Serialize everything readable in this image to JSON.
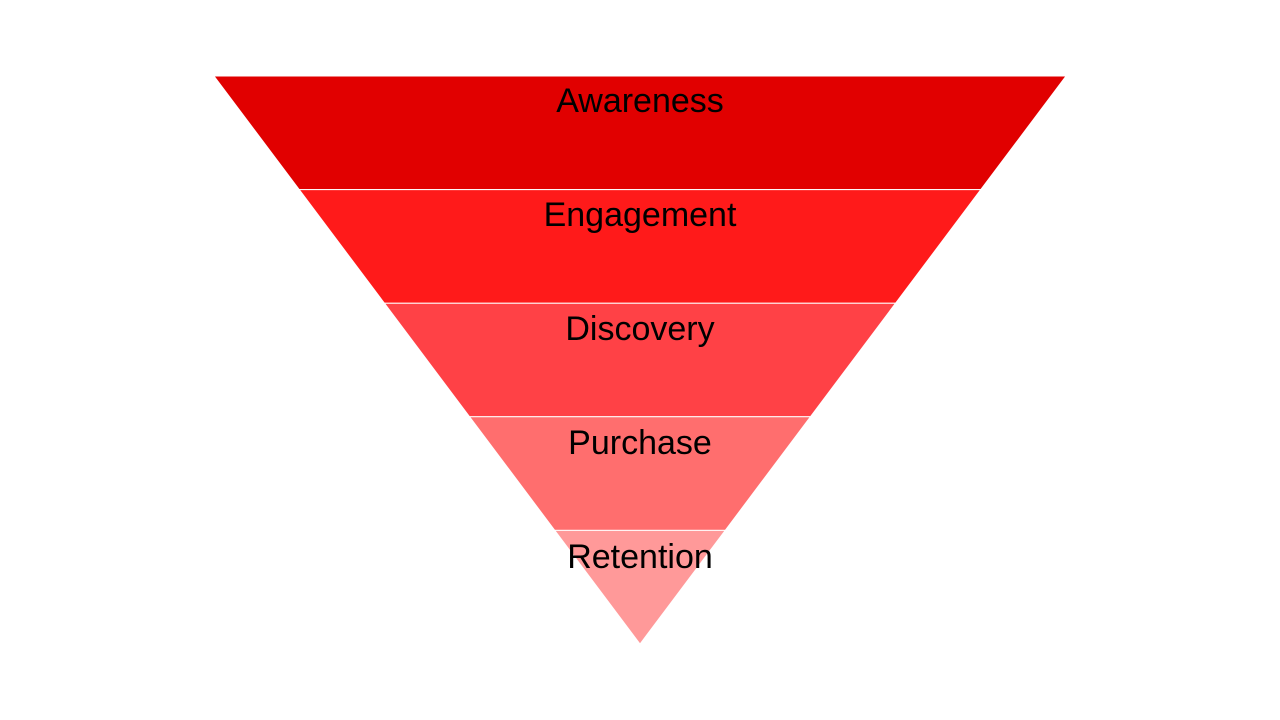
{
  "funnel": {
    "stages": [
      {
        "label": "Awareness",
        "color": "#E10000"
      },
      {
        "label": "Engagement",
        "color": "#FF1A1A"
      },
      {
        "label": "Discovery",
        "color": "#FF4146"
      },
      {
        "label": "Purchase",
        "color": "#FF6E6E"
      },
      {
        "label": "Retention",
        "color": "#FF9999"
      }
    ]
  }
}
